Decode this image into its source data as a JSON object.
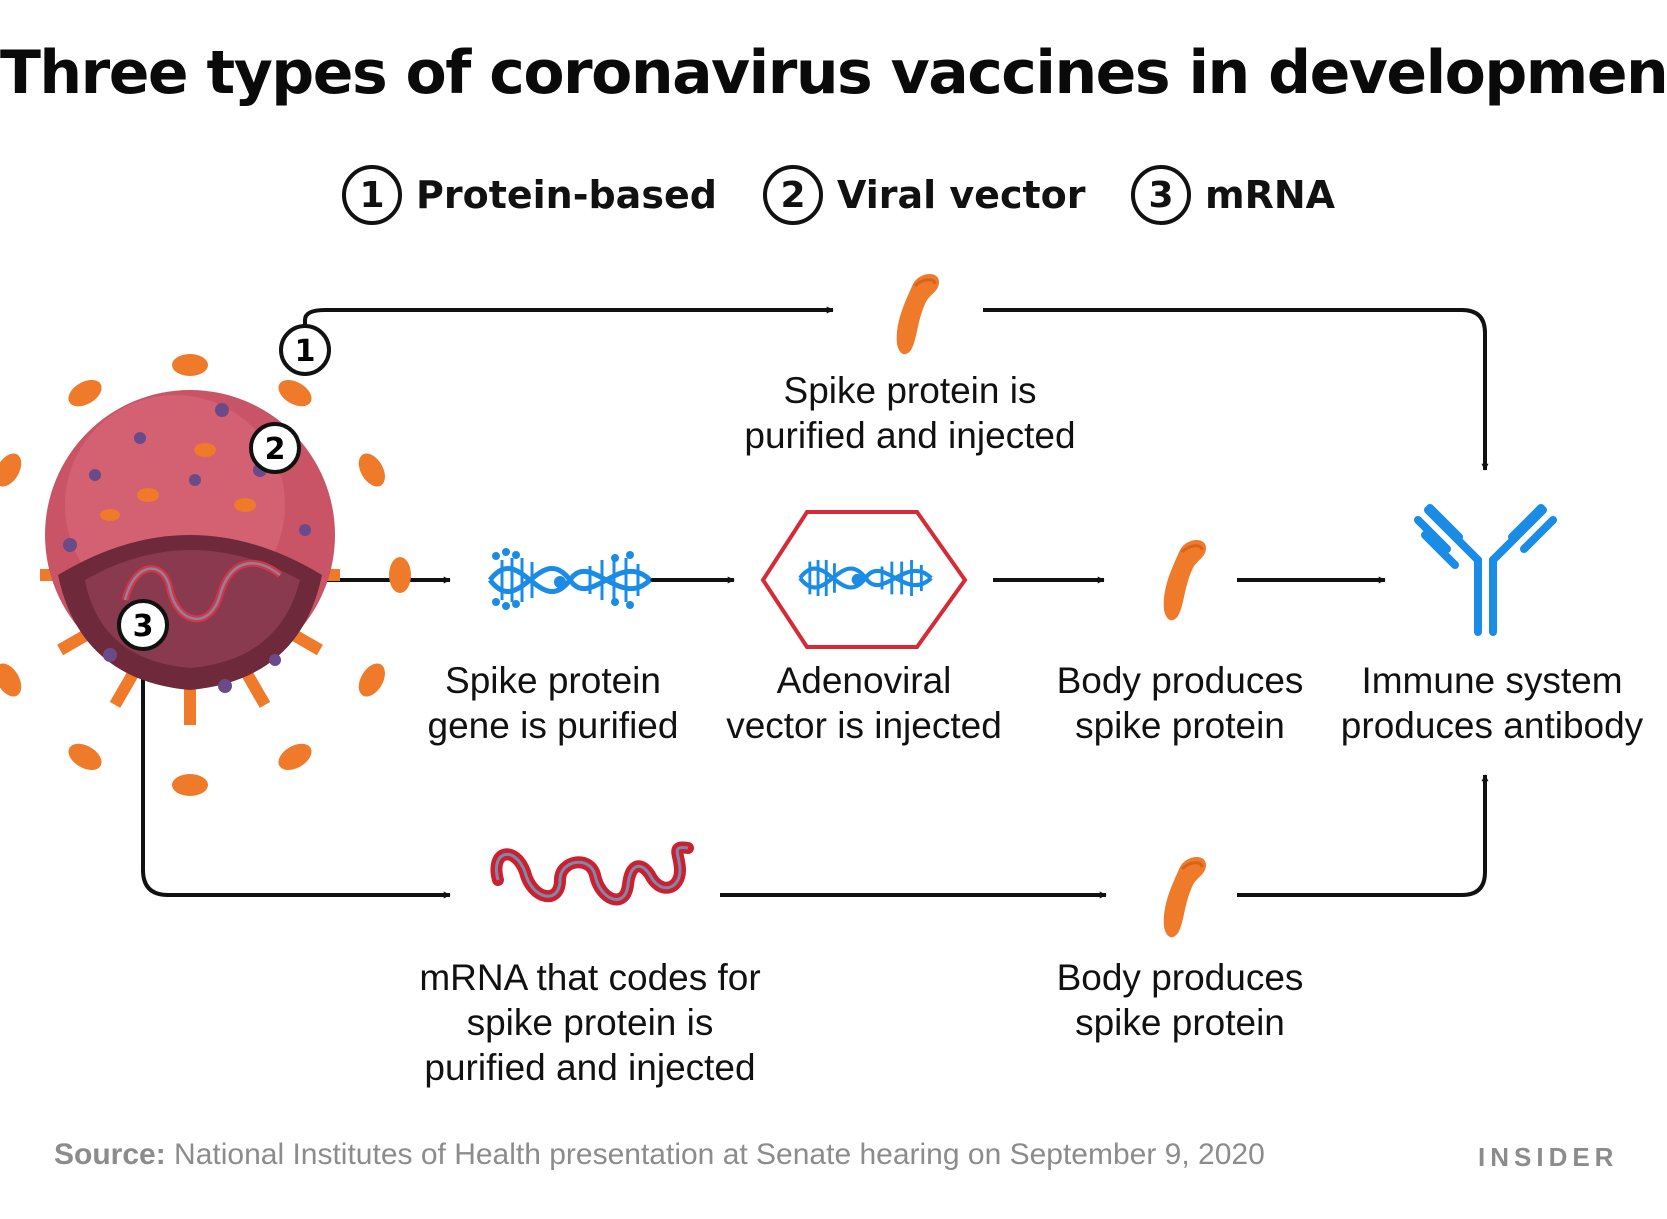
{
  "title": "Three types of coronavirus vaccines in development",
  "legend": [
    {
      "number": "1",
      "label": "Protein-based"
    },
    {
      "number": "2",
      "label": "Viral vector"
    },
    {
      "number": "3",
      "label": "mRNA"
    }
  ],
  "captions": {
    "protein_purified": [
      "Spike protein is",
      "purified and injected"
    ],
    "gene_purified": [
      "Spike protein",
      "gene is purified"
    ],
    "adenoviral": [
      "Adenoviral",
      "vector is injected"
    ],
    "body_produces_1": [
      "Body produces",
      "spike protein"
    ],
    "immune": [
      "Immune system",
      "produces antibody"
    ],
    "mrna_injected": [
      "mRNA that codes for",
      "spike protein is",
      "purified and injected"
    ],
    "body_produces_2": [
      "Body produces",
      "spike protein"
    ]
  },
  "badges": [
    "1",
    "2",
    "3"
  ],
  "source": {
    "label": "Source:",
    "text": " National Institutes of Health presentation at Senate hearing on September 9, 2020"
  },
  "brand": "INSIDER",
  "colors": {
    "spike": "#ee7a2a",
    "virus_body": "#c95466",
    "virus_dots": "#6b4a8a",
    "dna": "#1a8ce6",
    "antibody": "#1a8ce6",
    "mrna": "#cc2030",
    "hexagon": "#d62b36",
    "arrow": "#111111"
  },
  "icons": [
    "virus-icon",
    "spike-protein-icon",
    "dna-icon",
    "adenovirus-hexagon-icon",
    "mrna-strand-icon",
    "antibody-icon"
  ]
}
